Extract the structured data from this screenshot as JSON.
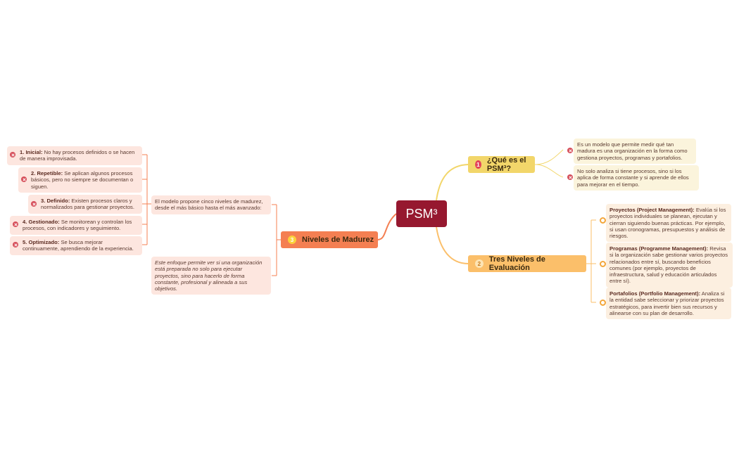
{
  "root": {
    "title": "PSM³"
  },
  "colors": {
    "root": "#96182f",
    "branch1": "#f2d66a",
    "branch2": "#fbbf6a",
    "branch3": "#f47f52"
  },
  "branch1": {
    "number": "1",
    "title": "¿Qué es el PSM³?",
    "items": [
      "Es un modelo que permite medir qué tan madura es una organización en la forma como gestiona proyectos, programas y portafolios.",
      "No solo analiza si tiene procesos, sino si los aplica de forma constante y si aprende de ellos para mejorar en el tiempo."
    ]
  },
  "branch2": {
    "number": "2",
    "title": "Tres Niveles de Evaluación",
    "items": [
      {
        "head": "Proyectos (Project Management):",
        "text": "Evalúa si los proyectos individuales se planean, ejecutan y cierran siguiendo buenas prácticas. Por ejemplo, si usan cronogramas, presupuestos y análisis de riesgos."
      },
      {
        "head": "Programas (Programme Management):",
        "text": "Revisa si la organización sabe gestionar varios proyectos relacionados entre sí, buscando beneficios comunes (por ejemplo, proyectos de infraestructura, salud y educación articulados entre sí)."
      },
      {
        "head": "Portafolios (Portfolio Management):",
        "text": "Analiza si la entidad sabe seleccionar y priorizar proyectos estratégicos, para invertir bien sus recursos y alinearse con su plan de desarrollo."
      }
    ]
  },
  "branch3": {
    "number": "3",
    "title": "Niveles de Madurez",
    "intro": "El modelo propone cinco niveles de madurez, desde el más básico hasta el más avanzado:",
    "closing": "Este enfoque permite ver si una organización está preparada no solo para ejecutar proyectos, sino para hacerlo de forma constante, profesional y alineada a sus objetivos.",
    "levels": [
      {
        "head": "1. Inicial:",
        "text": "No hay procesos definidos o se hacen de manera improvisada."
      },
      {
        "head": "2. Repetible:",
        "text": "Se aplican algunos procesos básicos, pero no siempre se documentan o siguen."
      },
      {
        "head": "3. Definido:",
        "text": "Existen procesos claros y normalizados para gestionar proyectos."
      },
      {
        "head": "4. Gestionado:",
        "text": "Se monitorean y controlan los procesos, con indicadores y seguimiento."
      },
      {
        "head": "5. Optimizado:",
        "text": "Se busca mejorar continuamente, aprendiendo de la experiencia."
      }
    ]
  }
}
